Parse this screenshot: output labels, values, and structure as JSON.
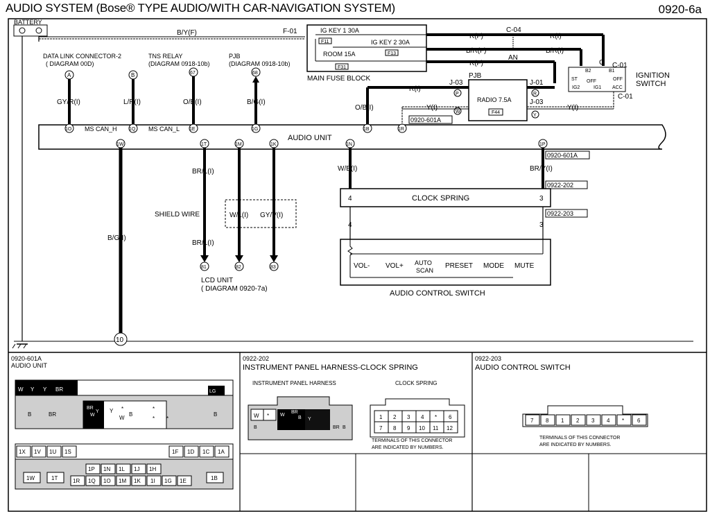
{
  "header": {
    "title": "AUDIO SYSTEM (Bose® TYPE AUDIO/WITH CAR-NAVIGATION SYSTEM)",
    "code": "0920-6a"
  },
  "power": {
    "battery": "BATTERY",
    "batt_wire": "B/Y(F)",
    "f01": "F-01",
    "ig_key1": "IG KEY 1 30A",
    "ig_key2": "IG KEY 2 30A",
    "room": "ROOM 15A",
    "f11": "F11",
    "f13": "F13",
    "f31": "F31",
    "mfb": "MAIN FUSE BLOCK",
    "c04": "C-04",
    "rf1": "R(F)",
    "brf": "B/R(F)",
    "rf2": "R(F)",
    "an": "AN",
    "ri1": "R(I)",
    "bri": "B/R(I)",
    "g": "G",
    "c01a": "C-01",
    "c01b": "C-01",
    "ignition": "IGNITION",
    "switch": "SWITCH",
    "ign_b2": "B2",
    "ign_b1": "B1",
    "ign_st": "ST",
    "ign_off1": "OFF",
    "ign_off2": "OFF",
    "ign_ig2": "IG2",
    "ign_ig1": "IG1",
    "ign_acc": "ACC",
    "pjb": "PJB",
    "j03a": "J-03",
    "j01": "J-01",
    "j03b": "J-03",
    "radio": "RADIO 7.5A",
    "f44": "F44",
    "ri2": "R(I)",
    "pin_p": "P",
    "pin_r": "R",
    "pin_y": "Y",
    "pin_w": "W",
    "yi1": "Y(I)",
    "yi2": "Y(I)",
    "ob1": "O/B(I)",
    "ref601a": "0920-601A"
  },
  "top_connectors": {
    "dlc": "DATA LINK CONNECTOR-2",
    "dlc_diag": "( DIAGRAM 00D)",
    "tns": "TNS RELAY",
    "tns_diag": "(DIAGRAM 0918-10b)",
    "pjb2": "PJB",
    "pjb2_diag": "(DIAGRAM 0918-10b)",
    "a": "A",
    "b": "B",
    "p67": "67",
    "p68": "68",
    "w1": "GY/R(I)",
    "w2": "L/R(I)",
    "w3": "O/B(I)",
    "w4": "B/G(I)"
  },
  "audio_unit": {
    "name": "AUDIO UNIT",
    "p1o": "1O",
    "mscanh": "MS CAN_H",
    "p1q": "1Q",
    "mscanl": "MS CAN_L",
    "p1e": "1E",
    "p1g": "1G",
    "p1b": "1B",
    "p1r": "1R",
    "p1w": "1W",
    "p1t": "1T",
    "p1m": "1M",
    "p1k": "1K",
    "p1n": "1N",
    "p1p": "1P",
    "ref601a2": "0920-601A"
  },
  "lower": {
    "bg": "B/G(I)",
    "brl1": "BR/L(I)",
    "shield": "SHIELD WIRE",
    "wl": "W/L(I)",
    "gyv": "GY/V(I)",
    "brl2": "BR/L(I)",
    "p81": "81",
    "p82": "82",
    "p83": "83",
    "lcd": "LCD UNIT",
    "lcd_diag": "( DIAGRAM 0920-7a)",
    "wb": "W/B(I)",
    "bry": "BR/Y(I)",
    "ref202": "0922-202",
    "ref203": "0922-203",
    "cs_4a": "4",
    "clock": "CLOCK SPRING",
    "cs_3a": "3",
    "cs_4b": "4",
    "cs_3b": "3",
    "sw": [
      "VOL-",
      "VOL+",
      "AUTO",
      "SCAN",
      "PRESET",
      "MODE",
      "MUTE"
    ],
    "acs": "AUDIO CONTROL SWITCH",
    "ground": "10"
  },
  "panels": {
    "p1_code": "0920-601A",
    "p1_name": "AUDIO UNIT",
    "p1_top_cells": [
      "W",
      "Y",
      "Y",
      "BR",
      "LG"
    ],
    "p1_mid_cells": [
      "B",
      "BR",
      "BR",
      "Y",
      "W",
      "Y",
      "W",
      "B",
      "*",
      "*",
      "*",
      "*",
      "B"
    ],
    "p1_row1": [
      "1X",
      "1V",
      "1U",
      "1S",
      "1F",
      "1D",
      "1C",
      "1A"
    ],
    "p1_row2": [
      "1P",
      "1N",
      "1L",
      "1J",
      "1H"
    ],
    "p1_row3": [
      "1W",
      "1T",
      "1R",
      "1Q",
      "1O",
      "1M",
      "1K",
      "1I",
      "1G",
      "1E",
      "1B"
    ],
    "p2_code": "0922-202",
    "p2_name": "INSTRUMENT PANEL HARNESS-CLOCK SPRING",
    "p2_iph": "INSTRUMENT PANEL HARNESS",
    "p2_cs": "CLOCK SPRING",
    "p2_iph_cells": [
      "W",
      "*",
      "W",
      "BR",
      "B",
      "Y",
      "B",
      "BR",
      "B"
    ],
    "p2_grid": [
      "1",
      "2",
      "3",
      "4",
      "*",
      "6",
      "7",
      "8",
      "9",
      "10",
      "11",
      "12"
    ],
    "p2_note1": "TERMINALS OF THIS CONNECTOR",
    "p2_note2": "ARE INDICATED BY NUMBERS.",
    "p3_code": "0922-203",
    "p3_name": "AUDIO CONTROL SWITCH",
    "p3_cells": [
      "7",
      "8",
      "1",
      "2",
      "3",
      "4",
      "*",
      "6"
    ],
    "p3_note1": "TERMINALS OF THIS CONNECTOR",
    "p3_note2": "ARE INDICATED BY NUMBERS."
  }
}
